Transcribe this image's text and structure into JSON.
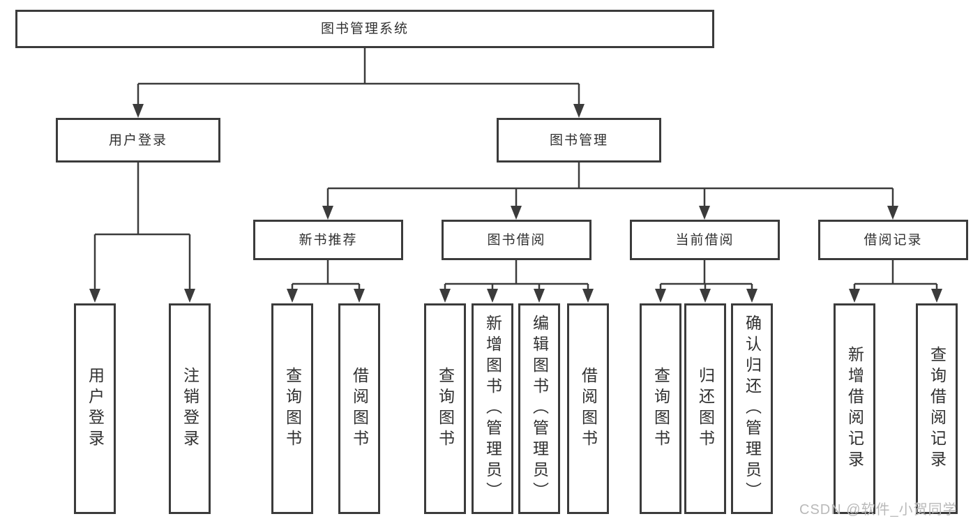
{
  "tree": {
    "label": "图书管理系统",
    "children": [
      {
        "label": "用户登录",
        "children": [
          {
            "label": "用户登录"
          },
          {
            "label": "注销登录"
          }
        ]
      },
      {
        "label": "图书管理",
        "children": [
          {
            "label": "新书推荐",
            "children": [
              {
                "label": "查询图书"
              },
              {
                "label": "借阅图书"
              }
            ]
          },
          {
            "label": "图书借阅",
            "children": [
              {
                "label": "查询图书"
              },
              {
                "label": "新增图书（管理员）"
              },
              {
                "label": "编辑图书（管理员）"
              },
              {
                "label": "借阅图书"
              }
            ]
          },
          {
            "label": "当前借阅",
            "children": [
              {
                "label": "查询图书"
              },
              {
                "label": "归还图书"
              },
              {
                "label": "确认归还（管理员）"
              }
            ]
          },
          {
            "label": "借阅记录",
            "children": [
              {
                "label": "新增借阅记录"
              },
              {
                "label": "查询借阅记录"
              }
            ]
          }
        ]
      }
    ]
  },
  "watermark": {
    "text": "CSDN @软件_小贺同学"
  },
  "colors": {
    "line": "#3b3b3b",
    "text": "#303030",
    "watermark": "#b9b9b9",
    "background": "#ffffff"
  }
}
